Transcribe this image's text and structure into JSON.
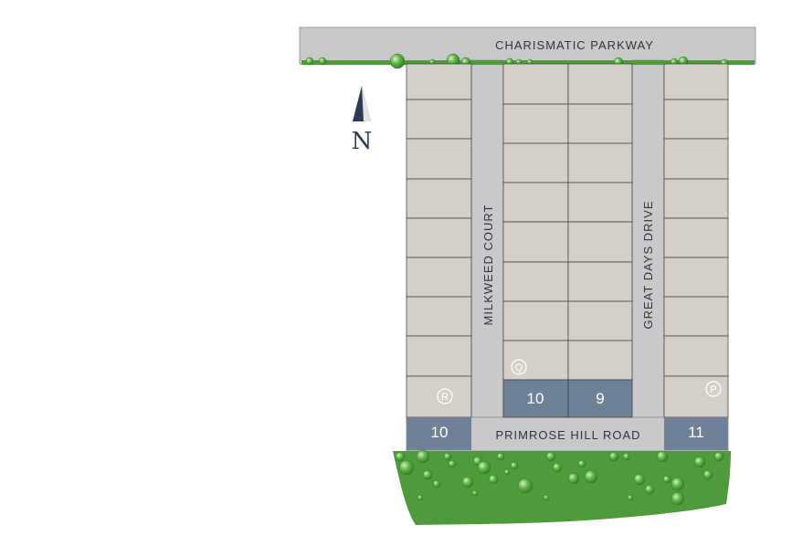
{
  "streets": {
    "north": "CHARISMATIC PARKWAY",
    "west": "MILKWEED COURT",
    "east": "GREAT DAYS DRIVE",
    "south": "PRIMROSE HILL ROAD"
  },
  "compass": {
    "label": "N"
  },
  "markers": {
    "west_block": "R",
    "middle_block": "Q",
    "east_block": "P"
  },
  "highlighted_lots": {
    "west": "10",
    "middle_left": "10",
    "middle_right": "9",
    "east": "11"
  },
  "colors": {
    "lot": "#d5cfc9",
    "highlighted_lot": "#6f8197",
    "road": "#c9c9c9",
    "greenery": "#4f9a3a",
    "compass": "#2b3a55"
  }
}
